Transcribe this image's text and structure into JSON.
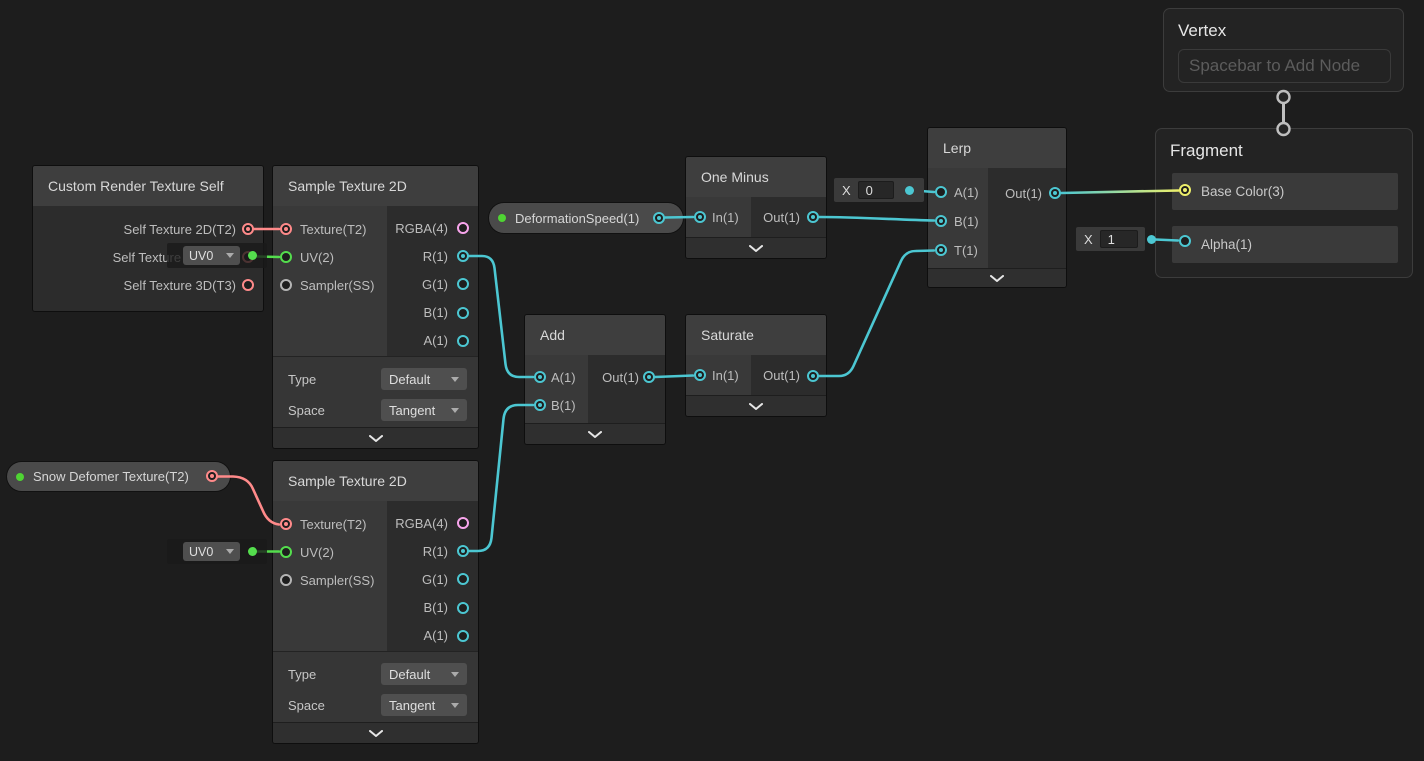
{
  "colors": {
    "cyan": "#4CC7D2",
    "salmon": "#FF8A8A",
    "green": "#54DE4D",
    "yellow": "#EEF06B",
    "pink": "#F8A5EC",
    "gray": "#B5B5B5",
    "wire_gray": "#BFBFBF"
  },
  "nodes": {
    "crt": {
      "title": "Custom Render Texture Self",
      "ports": [
        "Self Texture 2D(T2)",
        "Self Texture (",
        "Self Texture 3D(T3)"
      ]
    },
    "sample": {
      "title": "Sample Texture 2D",
      "inputs": [
        "Texture(T2)",
        "UV(2)",
        "Sampler(SS)"
      ],
      "outputs": [
        "RGBA(4)",
        "R(1)",
        "G(1)",
        "B(1)",
        "A(1)"
      ],
      "settings": [
        {
          "label": "Type",
          "value": "Default"
        },
        {
          "label": "Space",
          "value": "Tangent"
        }
      ]
    },
    "one_minus": {
      "title": "One Minus",
      "inputs": [
        "In(1)"
      ],
      "outputs": [
        "Out(1)"
      ]
    },
    "add": {
      "title": "Add",
      "inputs": [
        "A(1)",
        "B(1)"
      ],
      "outputs": [
        "Out(1)"
      ]
    },
    "saturate": {
      "title": "Saturate",
      "inputs": [
        "In(1)"
      ],
      "outputs": [
        "Out(1)"
      ]
    },
    "lerp": {
      "title": "Lerp",
      "inputs": [
        "A(1)",
        "B(1)",
        "T(1)"
      ],
      "outputs": [
        "Out(1)"
      ]
    },
    "vertex": {
      "title": "Vertex",
      "placeholder": "Spacebar to Add Node"
    },
    "fragment": {
      "title": "Fragment",
      "inputs": [
        "Base Color(3)",
        "Alpha(1)"
      ]
    }
  },
  "properties": {
    "deformation_speed": {
      "label": "DeformationSpeed(1)"
    },
    "snow_deformer": {
      "label": "Snow Defomer Texture(T2)"
    }
  },
  "widgets": {
    "uv_top": {
      "value": "UV0"
    },
    "uv_bottom": {
      "value": "UV0"
    },
    "x_lerp_a": {
      "label": "X",
      "value": "0"
    },
    "x_alpha": {
      "label": "X",
      "value": "1"
    }
  }
}
